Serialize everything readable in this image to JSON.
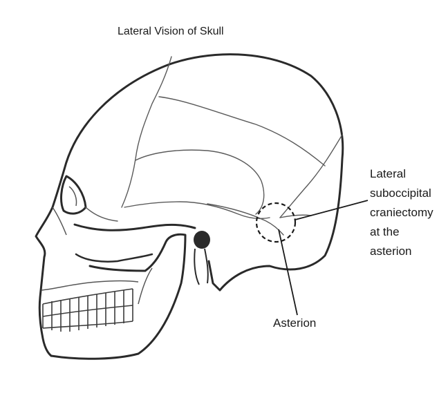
{
  "title": "Lateral Vision of Skull",
  "labels": {
    "craniectomy": [
      "Lateral",
      "suboccipital",
      "craniectomy",
      "at the",
      "asterion"
    ],
    "asterion": "Asterion"
  },
  "colors": {
    "outline": "#2a2a2a",
    "suture": "#5a5a5a",
    "background": "#ffffff"
  }
}
